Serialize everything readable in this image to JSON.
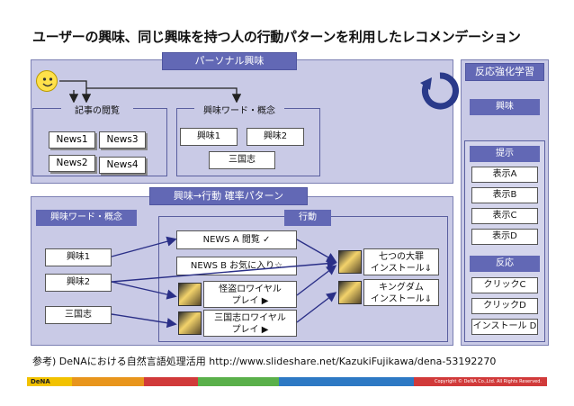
{
  "title": "ユーザーの興味、同じ興味を持つ人の行動パターンを利用したレコメンデーション",
  "personal": {
    "banner": "パーソナル興味",
    "article_view_label": "記事の閲覧",
    "news": [
      "News1",
      "News3",
      "News2",
      "News4"
    ],
    "interest_word_label": "興味ワード・概念",
    "interest_words": [
      "興味1",
      "興味2",
      "三国志"
    ]
  },
  "pattern": {
    "banner": "興味→行動 確率パターン",
    "left_label": "興味ワード・概念",
    "left_items": [
      "興味1",
      "興味2",
      "三国志"
    ],
    "right_label": "行動",
    "actions": [
      "NEWS A 閲覧 ✓",
      "NEWS B お気に入り☆",
      "怪盗ロワイヤル\nプレイ ▶",
      "三国志ロワイヤル\nプレイ ▶"
    ],
    "installs": [
      "七つの大罪\nインストール⇓",
      "キングダム\nインストール⇓"
    ]
  },
  "reinforcement": {
    "banner": "反応強化学習",
    "interest": "興味",
    "present_label": "提示",
    "present_items": [
      "表示A",
      "表示B",
      "表示C",
      "表示D"
    ],
    "reaction_label": "反応",
    "reaction_items": [
      "クリックC",
      "クリックD",
      "インストール D"
    ]
  },
  "footer": {
    "reference": "参考) DeNAにおける自然言語処理活用 http://www.slideshare.net/KazukiFujikawa/dena-53192270",
    "logo": "DeNA",
    "copyright": "Copyright © DeNA Co.,Ltd. All Rights Reserved.",
    "colors": [
      "#f2c200",
      "#e8951c",
      "#d13a3a",
      "#5ab04a",
      "#2d79c4",
      "#d13a3a"
    ]
  },
  "icons": {
    "user": "smiley-face-icon",
    "cycle": "cycle-arrow-icon"
  }
}
